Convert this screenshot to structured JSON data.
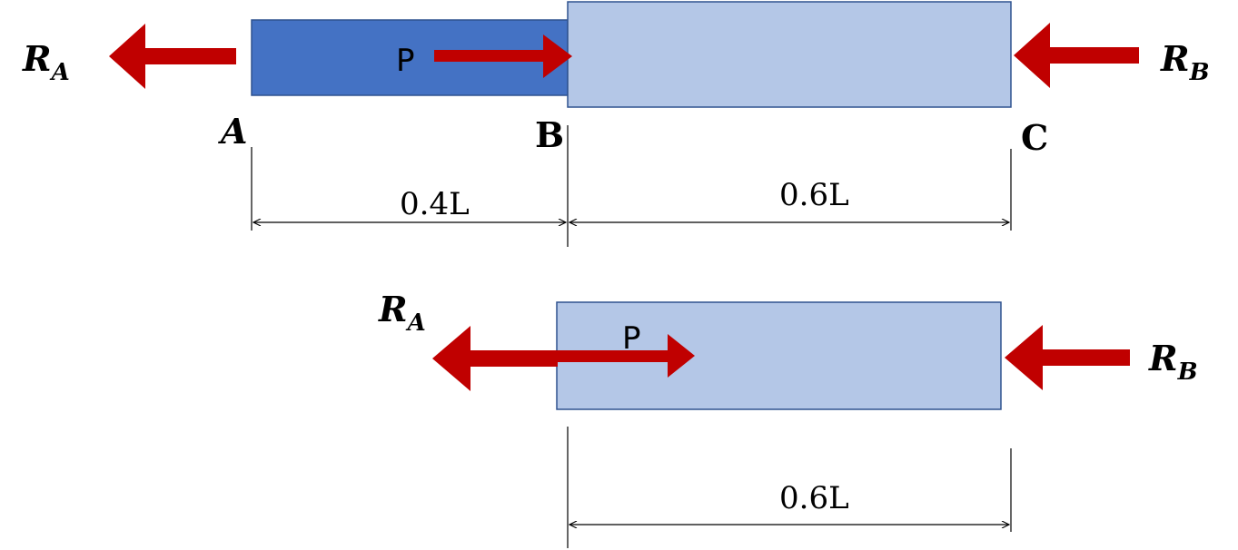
{
  "colors": {
    "bar_dark": "#4472c4",
    "bar_light": "#b4c7e7",
    "bar_light_stroke": "#2f528f",
    "arrow": "#c00000",
    "dimension": "#000000"
  },
  "top_diagram": {
    "reaction_left": {
      "base": "R",
      "sub": "A"
    },
    "reaction_right": {
      "base": "R",
      "sub": "B"
    },
    "load_label": "P",
    "points": [
      "A",
      "B",
      "C"
    ],
    "dimensions": [
      "0.4L",
      "0.6L"
    ]
  },
  "bottom_diagram": {
    "reaction_left": {
      "base": "R",
      "sub": "A"
    },
    "reaction_right": {
      "base": "R",
      "sub": "B"
    },
    "load_label": "P",
    "dimension": "0.6L"
  }
}
